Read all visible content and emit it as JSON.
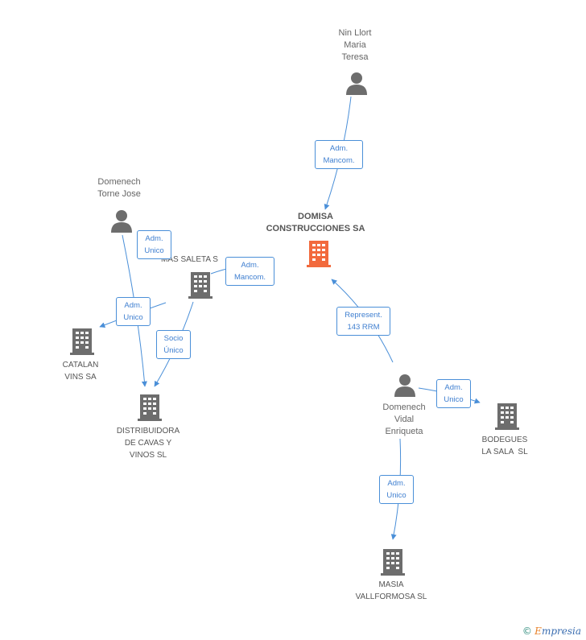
{
  "colors": {
    "person": "#6d6d6d",
    "company": "#6d6d6d",
    "main_company": "#f26a3d",
    "edge": "#4a8fd8",
    "label_text": "#3f7fd0"
  },
  "nodes": {
    "nin_llort": {
      "lines": [
        "Nin Llort",
        "Maria",
        "Teresa"
      ],
      "icon": "person-icon"
    },
    "domisa": {
      "lines": [
        "DOMISA",
        "CONSTRUCCIONES SA"
      ],
      "icon": "building-icon"
    },
    "domenech_torne": {
      "lines": [
        "Domenech",
        "Torne Jose"
      ],
      "icon": "person-icon"
    },
    "mas_saleta": {
      "lines": [
        "MAS SALETA S"
      ],
      "icon": "building-icon"
    },
    "catalan_vins": {
      "lines": [
        "CATALAN",
        "VINS SA"
      ],
      "icon": "building-icon"
    },
    "distribuidora": {
      "lines": [
        "DISTRIBUIDORA",
        "DE CAVAS Y",
        "VINOS SL"
      ],
      "icon": "building-icon"
    },
    "domenech_vidal": {
      "lines": [
        "Domenech",
        "Vidal",
        "Enriqueta"
      ],
      "icon": "person-icon"
    },
    "bodegues": {
      "lines": [
        "BODEGUES",
        "LA SALA  SL"
      ],
      "icon": "building-icon"
    },
    "masia": {
      "lines": [
        "MASIA",
        "VALLFORMOSA SL"
      ],
      "icon": "building-icon"
    }
  },
  "edges": {
    "e1": {
      "lines": [
        "Adm.",
        "Mancom."
      ]
    },
    "e2": {
      "lines": [
        "Adm.",
        "Unico"
      ]
    },
    "e3": {
      "lines": [
        "Adm.",
        "Mancom."
      ]
    },
    "e4": {
      "lines": [
        "Adm.",
        "Unico"
      ]
    },
    "e5": {
      "lines": [
        "Socio",
        "Único"
      ]
    },
    "e6": {
      "lines": [
        "Represent.",
        "143 RRM"
      ]
    },
    "e7": {
      "lines": [
        "Adm.",
        "Unico"
      ]
    },
    "e8": {
      "lines": [
        "Adm.",
        "Unico"
      ]
    }
  },
  "copyright": {
    "symbol": "©",
    "brand_first": "E",
    "brand_rest": "mpresia"
  }
}
